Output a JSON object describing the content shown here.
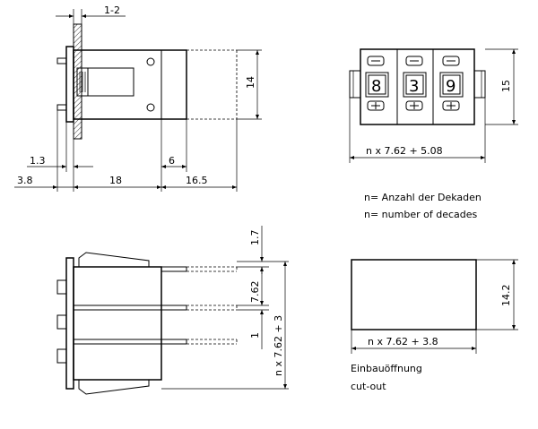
{
  "dims": {
    "d_1_2": "1-2",
    "d_14": "14",
    "d_1_3": "1.3",
    "d_6": "6",
    "d_3_8": "3.8",
    "d_18": "18",
    "d_16_5": "16.5",
    "d_15": "15",
    "d_width_front": "n x 7.62 + 5.08",
    "d_1_7": "1.7",
    "d_7_62": "7.62",
    "d_1": "1",
    "d_height_side": "n x 7.62 + 3",
    "d_14_2": "14.2",
    "d_width_cutout": "n x 7.62 + 3.8"
  },
  "digits": [
    "8",
    "3",
    "9"
  ],
  "notes": {
    "decades_de": "n= Anzahl der Dekaden",
    "decades_en": "n= number of decades",
    "cutout_de": "Einbauöffnung",
    "cutout_en": "cut-out"
  }
}
